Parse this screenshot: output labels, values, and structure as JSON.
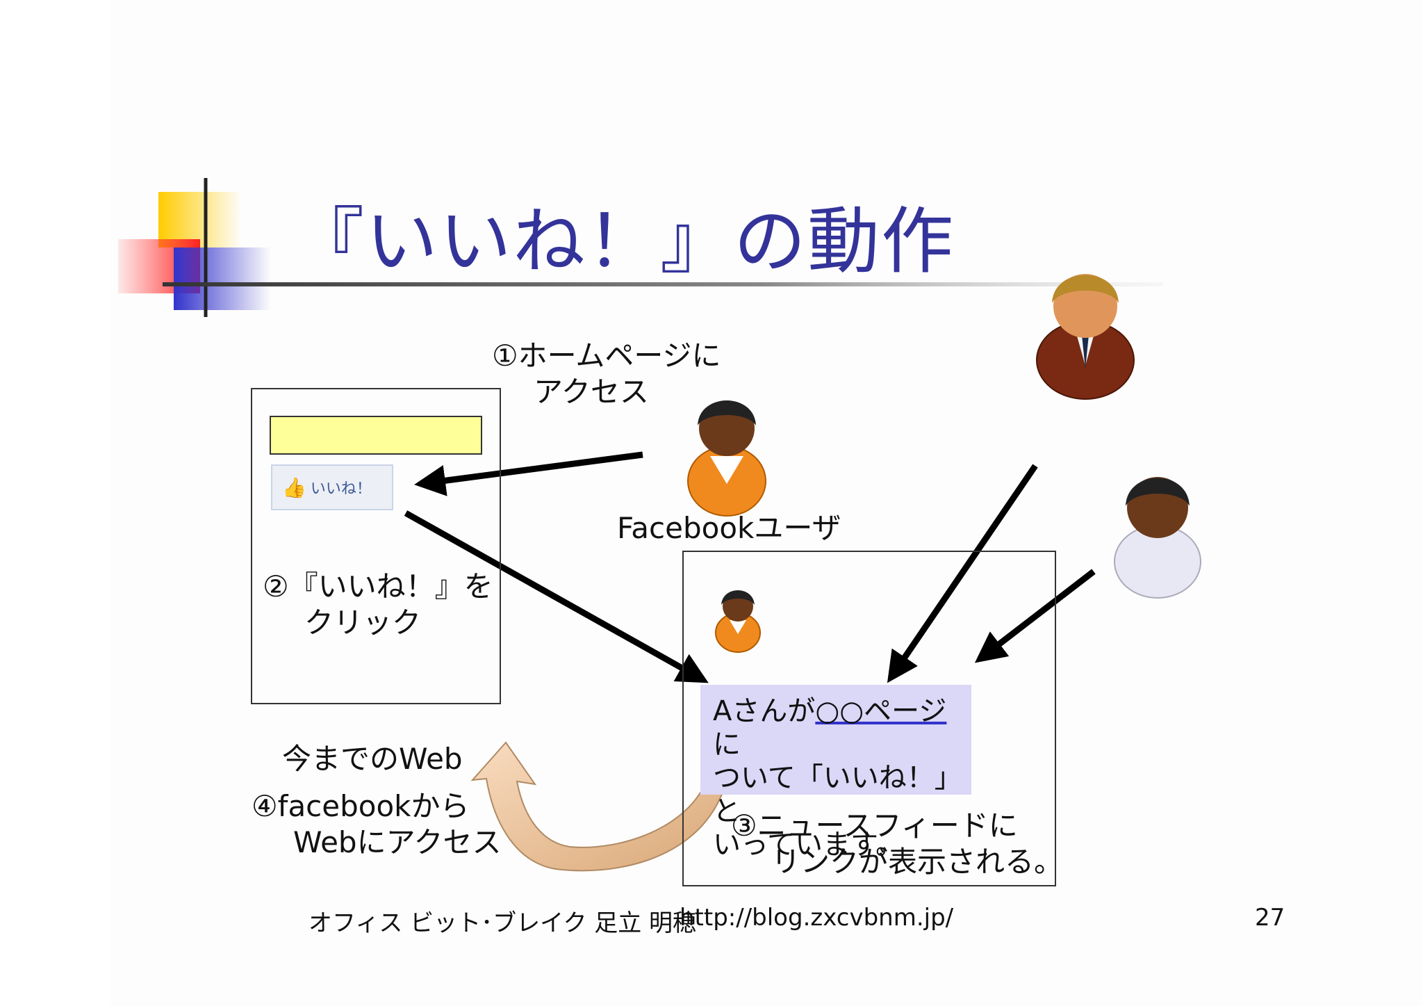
{
  "slide": {
    "title": "『いいね！』の動作",
    "step1": {
      "line1": "①ホームページに",
      "line2": "アクセス"
    },
    "step2": {
      "line1": "②『いいね！』を",
      "line2": "クリック"
    },
    "step3": {
      "line1": "③ニュースフィードに",
      "line2": "リンクが表示される。"
    },
    "step4": {
      "line1": "④facebookから",
      "line2": "Webにアクセス"
    },
    "web_label": "今までのWeb",
    "user_label": "Facebookユーザ",
    "like_button_label": "いいね！",
    "feed_text": {
      "prefix": "Aさんが",
      "link": "○○ページ",
      "suffix1": "に",
      "line2": "ついて「いいね！」と",
      "line3": "いっています。"
    },
    "footer": {
      "author": "オフィス ビット･ブレイク 足立 明穂",
      "url": "http://blog.zxcvbnm.jp/",
      "page": "27"
    }
  },
  "colors": {
    "title": "#33339a",
    "accent_yellow": "#ffcc00",
    "accent_red": "#ff3333",
    "accent_blue": "#3333cc",
    "feed_bg": "#dad7f7",
    "input_bar": "#ffff99",
    "curved_arrow": "#f5c89a"
  },
  "icons": [
    "thumbs-up-icon",
    "user-icon-orange",
    "user-icon-brown-suit",
    "user-icon-white-shirt"
  ]
}
